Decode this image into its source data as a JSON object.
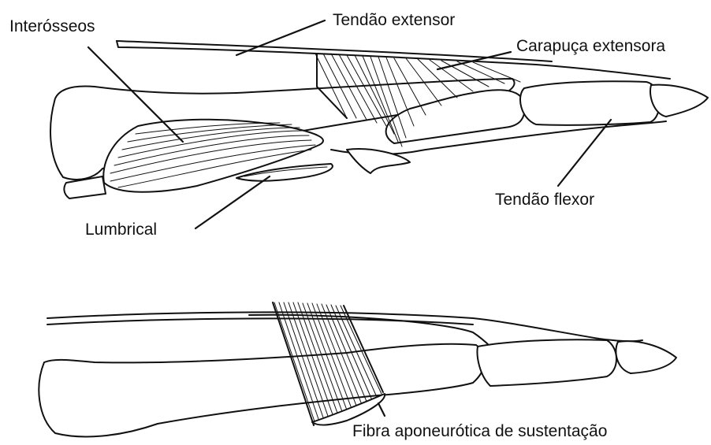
{
  "colors": {
    "ink": "#111111",
    "background": "#ffffff"
  },
  "labels": {
    "interosseos": "Interósseos",
    "tendao_extensor": "Tendão extensor",
    "carapuca_extensora": "Carapuça extensora",
    "tendao_flexor": "Tendão flexor",
    "lumbrical": "Lumbrical",
    "fibra_aponeurotica": "Fibra aponeurótica de sustentação"
  }
}
